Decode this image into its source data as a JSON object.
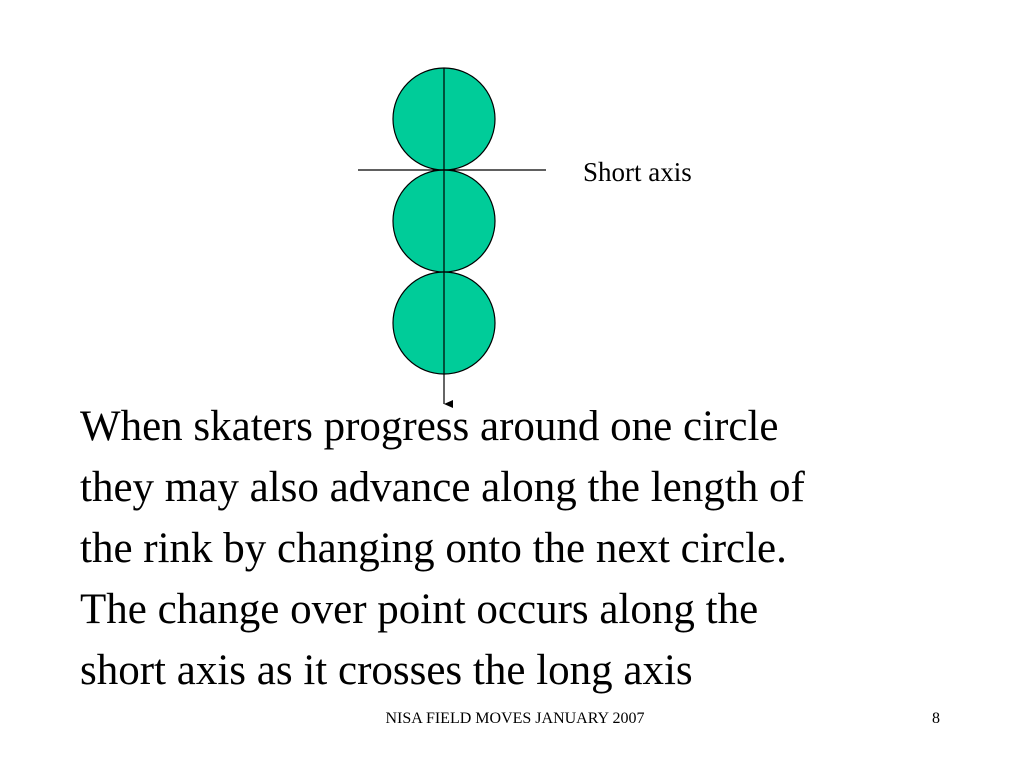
{
  "diagram": {
    "circle_fill": "#00CC99",
    "stroke_color": "#000000",
    "circle_count": 3,
    "short_axis_label": "Short axis"
  },
  "body_text": {
    "lines": [
      "When skaters progress around one circle",
      "they may also advance along the length of",
      "the rink by changing onto the next circle.",
      "The change over point occurs along the",
      "short axis as it crosses the long axis"
    ]
  },
  "footer": {
    "title": "NISA FIELD MOVES JANUARY 2007",
    "page_number": "8"
  }
}
